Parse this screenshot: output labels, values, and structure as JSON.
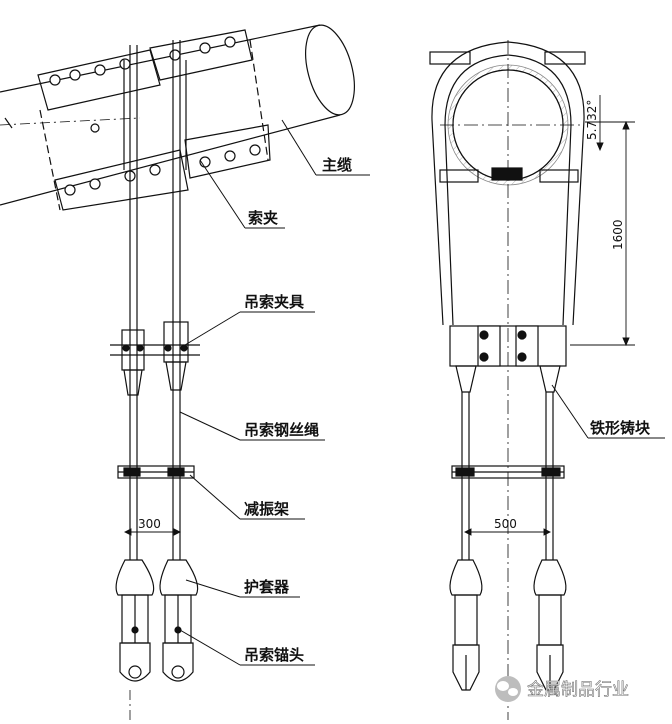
{
  "labels": {
    "main_cable": "主缆",
    "cable_band": "索夹",
    "hanger_clamp": "吊索夹具",
    "hanger_wire_rope": "吊索钢丝绳",
    "damper_frame": "减振架",
    "protector": "护套器",
    "cable_socket": "吊索锚头",
    "forked_socket": "铁形铸块"
  },
  "dimensions": {
    "left_spacing": "300",
    "right_spacing": "500",
    "height": "1600",
    "slope": "5.732°"
  },
  "watermark": {
    "icon": "wechat-icon",
    "text": "金属制品行业"
  }
}
